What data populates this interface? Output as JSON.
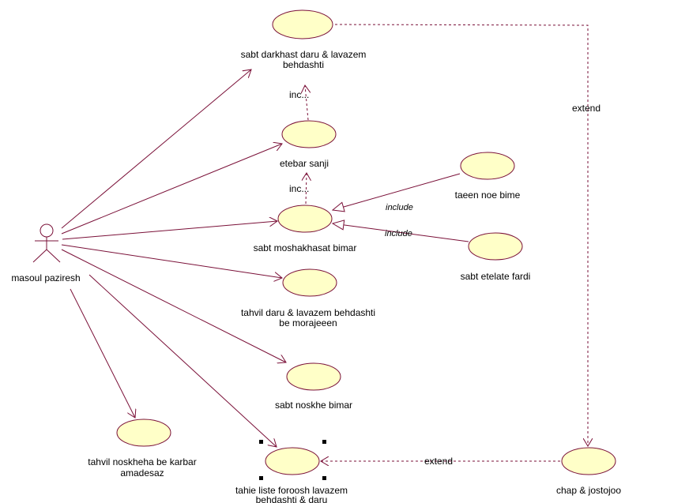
{
  "actor": {
    "name": "masoul paziresh"
  },
  "use_cases": {
    "sabt_darkhast": [
      "sabt darkhast daru & lavazem",
      "behdashti"
    ],
    "etebar_sanji": [
      "etebar sanji"
    ],
    "sabt_moshakhasat": [
      "sabt moshakhasat bimar"
    ],
    "tahvil_daru": [
      "tahvil daru & lavazem behdashti",
      "be morajeeen"
    ],
    "sabt_noskhe": [
      "sabt noskhe bimar"
    ],
    "tahvil_noskheha": [
      "tahvil noskheha be karbar",
      "amadesaz"
    ],
    "tahie_liste": [
      "tahie liste foroosh lavazem",
      "behdashti & daru"
    ],
    "taeen_noe_bime": [
      "taeen noe bime"
    ],
    "sabt_etelate_fardi": [
      "sabt etelate fardi"
    ],
    "chap_jostojoo": [
      "chap & jostojoo"
    ]
  },
  "relations": {
    "inc_top": "inc...",
    "inc_mid": "inc...",
    "include_1": "include",
    "include_2": "include",
    "extend_right": "extend",
    "extend_bottom": "extend"
  },
  "colors": {
    "line": "#7a1038",
    "usecase_fill": "#ffffc8",
    "text": "#000000"
  }
}
